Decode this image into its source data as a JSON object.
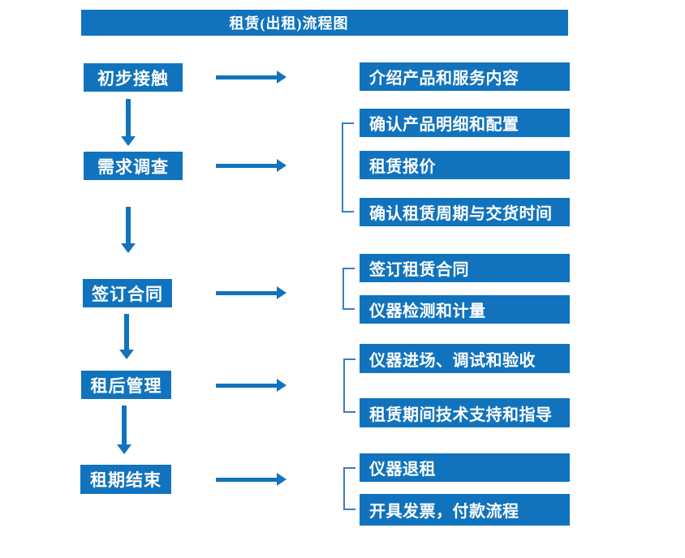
{
  "title": "租赁(出租)流程图",
  "colors": {
    "primary": "#1173bd",
    "bracket": "#3d7cc0",
    "background": "#ffffff",
    "box_text": "#ffffff"
  },
  "flow": [
    {
      "step": "初步接触",
      "details": [
        "介绍产品和服务内容"
      ]
    },
    {
      "step": "需求调查",
      "details": [
        "确认产品明细和配置",
        "租赁报价",
        "确认租赁周期与交货时间"
      ]
    },
    {
      "step": "签订合同",
      "details": [
        "签订租赁合同",
        "仪器检测和计量"
      ]
    },
    {
      "step": "租后管理",
      "details": [
        "仪器进场、调试和验收",
        "租赁期间技术支持和指导"
      ]
    },
    {
      "step": "租期结束",
      "details": [
        "仪器退租",
        "开具发票，付款流程"
      ]
    }
  ]
}
